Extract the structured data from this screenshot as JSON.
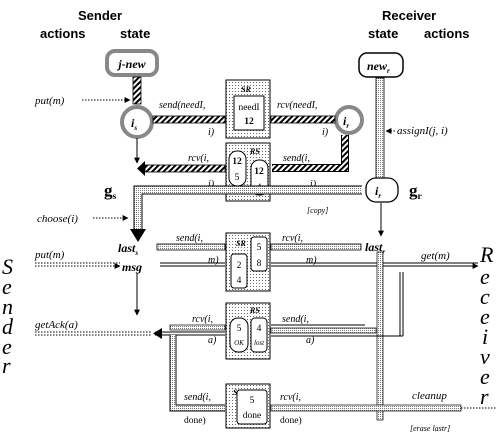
{
  "headers": {
    "sender": "Sender",
    "sender_actions": "actions",
    "sender_state": "state",
    "receiver": "Receiver",
    "receiver_state": "state",
    "receiver_actions": "actions"
  },
  "states": {
    "j_new": "j-new",
    "new_r": "new",
    "new_r_sub": "r",
    "i_s": "i",
    "i_s_sub": "s",
    "i_r": "i",
    "i_r_sub": "r",
    "i_r2": "i",
    "i_r2_sub": "r",
    "g_s": "g",
    "g_s_sub": "s",
    "g_r": "g",
    "g_r_sub": "r",
    "last_s": "last",
    "last_s_sub": "s",
    "last_r": "last",
    "last_r_sub": "r",
    "msg": "msg"
  },
  "actions": {
    "put_m_1": "put(m)",
    "assign": "assignI(j, i)",
    "choose": "choose(i)",
    "put_m_2": "put(m)",
    "get_m": "get(m)",
    "getack": "getAck(a)",
    "cleanup": "cleanup"
  },
  "channels": {
    "sr": "SR",
    "rs": "RS",
    "row1_packet": "needI",
    "row1_value": "12",
    "row2_left_top": "12",
    "row2_left_bot": "5",
    "row2_right_top": "12",
    "row2_right_bot": "4",
    "row3_top_a": "5",
    "row3_top_b": "8",
    "row3_bot_a": "2",
    "row3_bot_b": "4",
    "row4_left_top": "5",
    "row4_left_bot": "OK",
    "row4_right_top": "4",
    "row4_right_bot": "lost",
    "row5_top": "5",
    "row5_bot": "done"
  },
  "labels": {
    "send_needI_1": "send(needI,",
    "send_needI_2": "i)",
    "rcv_needI_1": "rcv(needI,",
    "rcv_needI_2": "i)",
    "rcv_i_left_1": "rcv(i,",
    "rcv_i_left_2": "i)",
    "send_i_right_1": "send(i,",
    "send_i_right_2": "i)",
    "copy": "[copy]",
    "send_msg_1": "send(i,",
    "send_msg_2": "m)",
    "rcv_msg_1": "rcv(i,",
    "rcv_msg_2": "m)",
    "rcv_ack_1": "rcv(i,",
    "rcv_ack_2": "a)",
    "send_ack_1": "send(i,",
    "send_ack_2": "a)",
    "send_done_1": "send(i,",
    "send_done_2": "done)",
    "rcv_done_1": "rcv(i,",
    "rcv_done_2": "done)",
    "erase": "[erase lastr]"
  },
  "side_labels": {
    "sender_letters": [
      "S",
      "e",
      "n",
      "d",
      "e",
      "r"
    ],
    "receiver_letters": [
      "R",
      "e",
      "c",
      "e",
      "i",
      "v",
      "e",
      "r"
    ]
  }
}
